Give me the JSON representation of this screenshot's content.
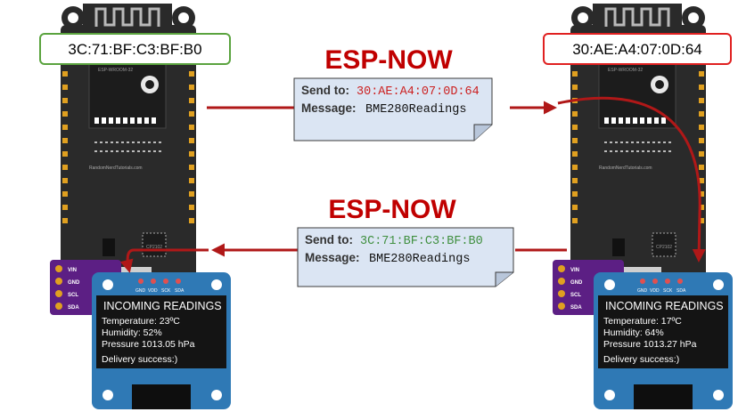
{
  "left_board": {
    "mac": "3C:71:BF:C3:BF:B0",
    "mac_border_color": "#5aa33e",
    "module_label": "ESP-WROOM-32",
    "site_label": "RandomNerdTutorials.com",
    "usb_chip_label": "CP2102",
    "sensor_pins": [
      "VIN",
      "GND",
      "SCL",
      "SDA"
    ],
    "oled_pins": [
      "GND",
      "VDD",
      "SCK",
      "SDA"
    ],
    "oled": {
      "title": "INCOMING  READINGS",
      "temperature": "Temperature: 23ºC",
      "humidity": "Humidity: 52%",
      "pressure": "Pressure 1013.05 hPa",
      "status": "Delivery success:)"
    }
  },
  "right_board": {
    "mac": "30:AE:A4:07:0D:64",
    "mac_border_color": "#e02020",
    "module_label": "ESP-WROOM-32",
    "site_label": "RandomNerdTutorials.com",
    "usb_chip_label": "CP2102",
    "sensor_pins": [
      "VIN",
      "GND",
      "SCL",
      "SDA"
    ],
    "oled_pins": [
      "GND",
      "VDD",
      "SCK",
      "SDA"
    ],
    "oled": {
      "title": "INCOMING  READINGS",
      "temperature": "Temperature: 17ºC",
      "humidity": "Humidity: 64%",
      "pressure": "Pressure 1013.27 hPa",
      "status": "Delivery success:)"
    }
  },
  "top_link": {
    "protocol": "ESP-NOW",
    "send_to_label": "Send to:",
    "send_to_value": "30:AE:A4:07:0D:64",
    "send_to_color": "#cc2222",
    "message_label": "Message:",
    "message_value": "BME280Readings"
  },
  "bottom_link": {
    "protocol": "ESP-NOW",
    "send_to_label": "Send to:",
    "send_to_value": "3C:71:BF:C3:BF:B0",
    "send_to_color": "#3f8f3f",
    "message_label": "Message:",
    "message_value": "BME280Readings"
  },
  "colors": {
    "protocol_text": "#c00000",
    "arrow": "#b01818",
    "note_fill": "#dbe5f3",
    "board_pcb": "#2a2a2a",
    "oled_pcb": "#2f79b5",
    "oled_screen": "#141414",
    "sensor_pcb": "#5c1f84"
  },
  "icons": {
    "arrows": "arrow-right, arrow-left",
    "notes": "folded-corner-note"
  }
}
